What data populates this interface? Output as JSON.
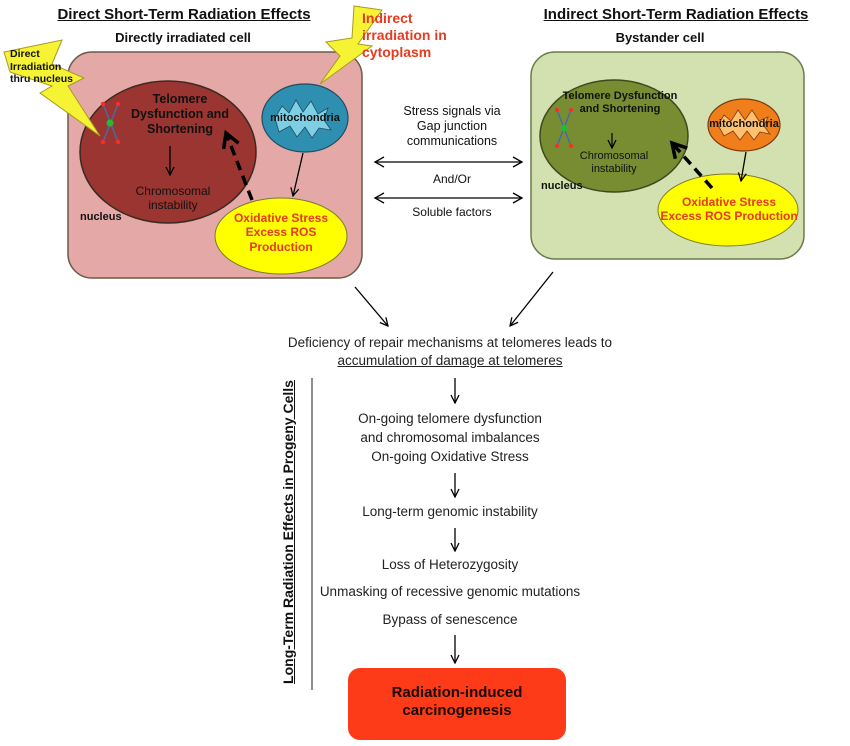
{
  "left_panel": {
    "header": "Direct Short-Term Radiation Effects",
    "subheader": "Directly irradiated cell",
    "bolt_direct_label": "Direct Irradiation thru nucleus",
    "bolt_indirect_label": "Indirect irradiation in cytoplasm",
    "telomere_label": "Telomere Dysfunction and Shortening",
    "chromosomal_label": "Chromosomal instability",
    "nucleus_label": "nucleus",
    "mitochondria_label": "mitochondria",
    "oxidative_label": "Oxidative Stress Excess ROS Production"
  },
  "right_panel": {
    "header": "Indirect Short-Term Radiation Effects",
    "subheader": "Bystander cell",
    "telomere_label": "Telomere Dysfunction and Shortening",
    "chromosomal_label": "Chromosomal instability",
    "nucleus_label": "nucleus",
    "mitochondria_label": "mitochondria",
    "oxidative_label": "Oxidative Stress Excess ROS Production"
  },
  "middle": {
    "stress_signals": "Stress signals via Gap junction communications",
    "and_or": "And/Or",
    "soluble": "Soluble factors"
  },
  "flow": {
    "step1_line1": "Deficiency of repair mechanisms at telomeres leads to",
    "step1_line2": "accumulation of damage at telomeres",
    "step2_line1": "On-going telomere dysfunction",
    "step2_line2": "and chromosomal imbalances",
    "step2_line3": "On-going Oxidative Stress",
    "step3": "Long-term genomic instability",
    "step4": "Loss of Heterozygosity",
    "step5": "Unmasking of recessive genomic mutations",
    "step6": "Bypass of senescence",
    "final": "Radiation-induced carcinogenesis"
  },
  "side_label": "Long-Term Radiation Effects in Progeny Cells",
  "colors": {
    "left_cell": "#e4a8a6",
    "left_nucleus": "#9b3531",
    "right_cell": "#d3e1b0",
    "right_nucleus": "#788d32",
    "mito_blue": "#2e8fb0",
    "mito_orange": "#f07e1a",
    "ros_yellow": "#ffff00",
    "bolt_yellow": "#f6f335",
    "final_red": "#fd3b18",
    "accent_red": "#e53b1f"
  }
}
